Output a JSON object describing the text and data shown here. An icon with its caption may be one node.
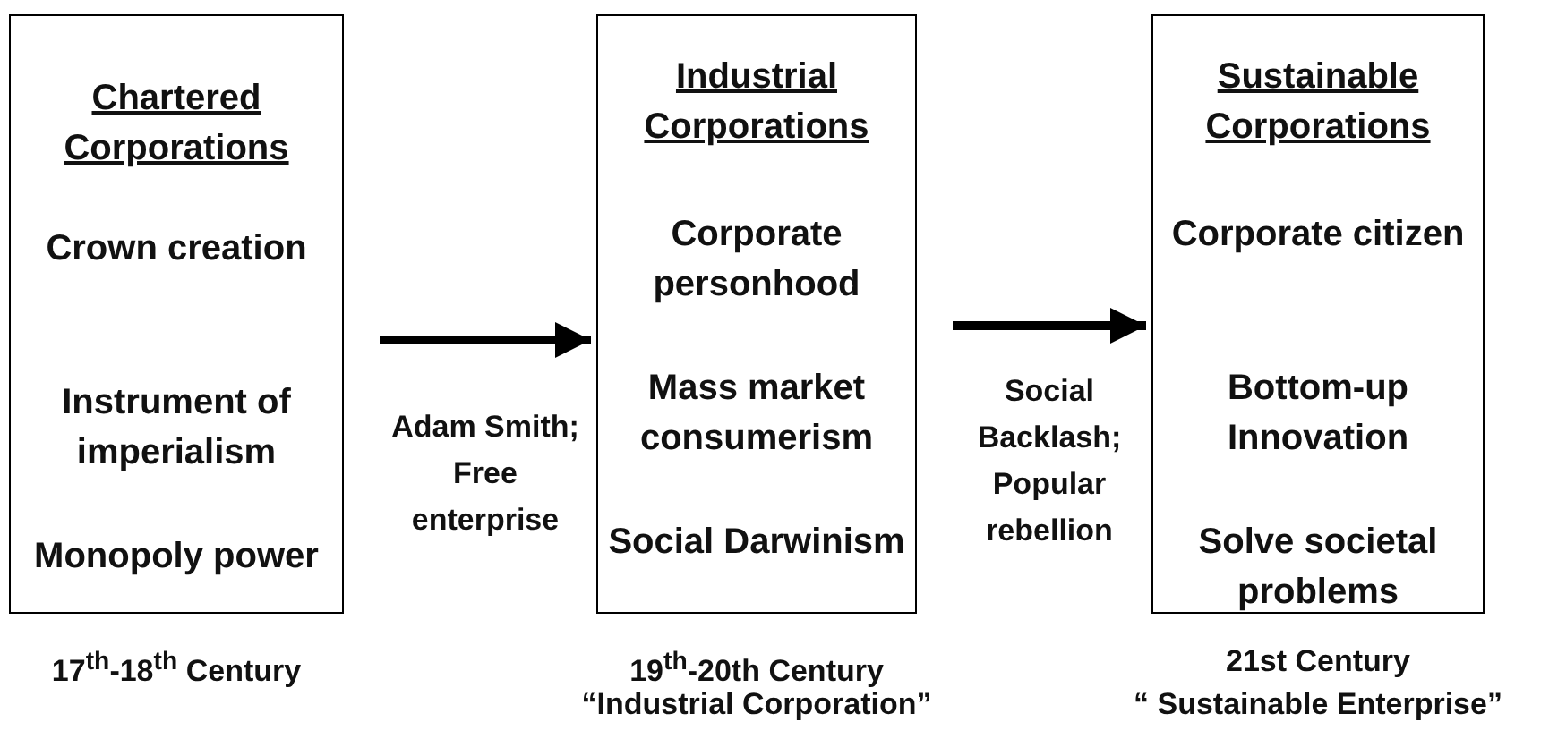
{
  "diagram": {
    "nodes": [
      {
        "text": [
          "Chartered Corporations",
          "Crown creation",
          "Instrument of imperialism",
          "Monopoly power"
        ],
        "beside": [
          "17$^{th}$-18$^{th}$ Century"
        ]
      },
      {
        "text": [
          "Industrial Corporations",
          "Corporate personhood",
          "Mass market consumerism",
          "Social Darwinism"
        ],
        "beside": [
          "19$^{th}$-20th Century",
          "“Industrial Corporation”"
        ]
      },
      {
        "text": [
          "Sustainable Corporations",
          "Corporate citizen",
          "Bottom-up Innovation",
          "Solve societal problems"
        ],
        "beside": [
          "21st Century",
          "“ Sustainable Enterprise”"
        ]
      }
    ],
    "edges": [
      {
        "from": 0,
        "to": 1,
        "arrow": "to",
        "label": "Adam Smith; Free enterprise"
      },
      {
        "from": 1,
        "to": 2,
        "arrow": "to",
        "label": "Social Backlash; Popular rebellion"
      }
    ]
  }
}
